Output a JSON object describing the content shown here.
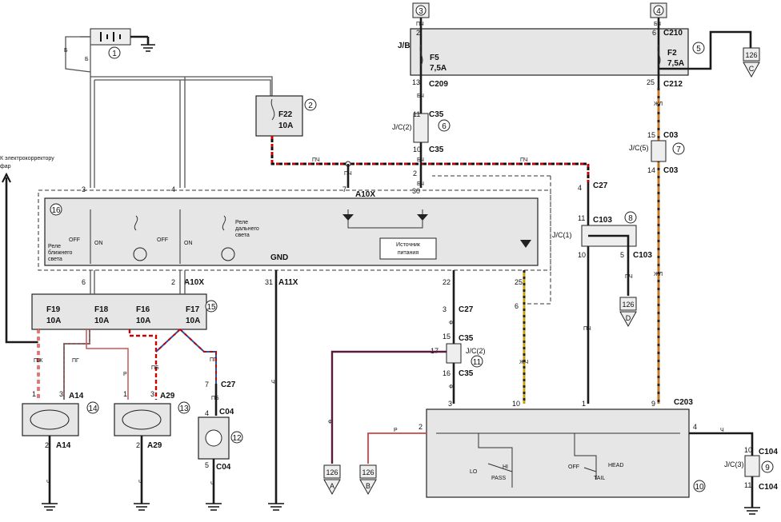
{
  "circles": {
    "c1": "1",
    "c2": "2",
    "c3": "3",
    "c4": "4",
    "c5": "5",
    "c6": "6",
    "c7": "7",
    "c8": "8",
    "c9": "9",
    "c10": "10",
    "c11": "11",
    "c12": "12",
    "c13": "13",
    "c14": "14",
    "c15": "15",
    "c16": "16"
  },
  "fuses": {
    "f22": {
      "name": "F22",
      "amp": "10A"
    },
    "f5": {
      "name": "F5",
      "amp": "7,5A"
    },
    "f2": {
      "name": "F2",
      "amp": "7,5A"
    },
    "f19": {
      "name": "F19",
      "amp": "10A"
    },
    "f18": {
      "name": "F18",
      "amp": "10A"
    },
    "f16": {
      "name": "F16",
      "amp": "10A"
    },
    "f17": {
      "name": "F17",
      "amp": "10A"
    }
  },
  "connectors": {
    "c210": "C210",
    "c209": "C209",
    "c212": "C212",
    "c35": "C35",
    "c03": "C03",
    "c27": "C27",
    "c103": "C103",
    "a10x": "A10X",
    "a11x": "A11X",
    "gnd": "GND",
    "c203": "C203",
    "a14": "A14",
    "a29": "A29",
    "c04": "C04",
    "c104": "C104",
    "jb": "J/B"
  },
  "jc": {
    "jc2": "J/C(2)",
    "jc5": "J/C(5)",
    "jc1": "J/C(1)",
    "jc3": "J/C(3)"
  },
  "pins": {
    "p2a": "2",
    "p6a": "6",
    "p13": "13",
    "p25": "25",
    "p11": "11",
    "p10": "10",
    "p2b": "2",
    "p30": "30",
    "p15": "15",
    "p14": "14",
    "p4": "4",
    "p7": "7",
    "p3": "3",
    "p4b": "4",
    "p31": "31",
    "p22": "22",
    "p25b": "25",
    "p6": "6",
    "p2c": "2",
    "p11b": "11",
    "p10b": "10",
    "p5": "5",
    "p3b": "3",
    "p15b": "15",
    "p17": "17",
    "p16": "16",
    "p3c": "3",
    "p10c": "10",
    "p1": "1",
    "p9": "9",
    "p2d": "2",
    "p4c": "4",
    "p10d": "10",
    "p11c": "11",
    "p1a": "1",
    "p3d": "3",
    "p2e": "2",
    "p1b": "1",
    "p3e": "3",
    "p2f": "2",
    "p7b": "7",
    "p4d": "4",
    "p5b": "5"
  },
  "wires": {
    "b": "Б",
    "pch": "ПЧ",
    "bch": "БЧ",
    "zhl": "ЖЛ",
    "pzh": "ПЖ",
    "pg": "ПГ",
    "p": "Р",
    "pb": "ПБ",
    "ch": "Ч",
    "zhch": "ЖЧ",
    "f": "Ф"
  },
  "refs": {
    "r126": "126",
    "rA": "A",
    "rB": "B",
    "rC": "C",
    "rD": "D"
  },
  "texts": {
    "korrector1": "К электрокорректору",
    "korrector2": "фар",
    "rele_bl1": "Реле",
    "rele_bl2": "ближнего",
    "rele_bl3": "света",
    "rele_dl1": "Реле",
    "rele_dl2": "дальнего",
    "rele_dl3": "света",
    "source1": "Источник",
    "source2": "питания",
    "off": "OFF",
    "on": "ON",
    "lo": "LO",
    "hi": "HI",
    "pass": "PASS",
    "off2": "OFF",
    "head": "HEAD",
    "tail": "TAIL"
  }
}
